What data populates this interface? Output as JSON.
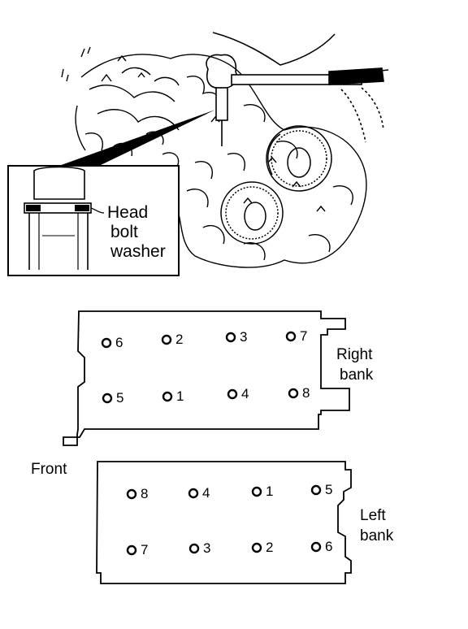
{
  "inset": {
    "label_line1": "Head",
    "label_line2": "bolt",
    "label_line3": "washer"
  },
  "right_bank": {
    "label_line1": "Right",
    "label_line2": "bank",
    "bolts_top": [
      "6",
      "2",
      "3",
      "7"
    ],
    "bolts_bottom": [
      "5",
      "1",
      "4",
      "8"
    ]
  },
  "left_bank": {
    "label_line1": "Left",
    "label_line2": "bank",
    "bolts_top": [
      "8",
      "4",
      "1",
      "5"
    ],
    "bolts_bottom": [
      "7",
      "3",
      "2",
      "6"
    ]
  },
  "front_label": "Front",
  "colors": {
    "ink": "#000000",
    "paper": "#ffffff"
  },
  "icons": [
    "wrench-icon",
    "engine-illustration"
  ]
}
